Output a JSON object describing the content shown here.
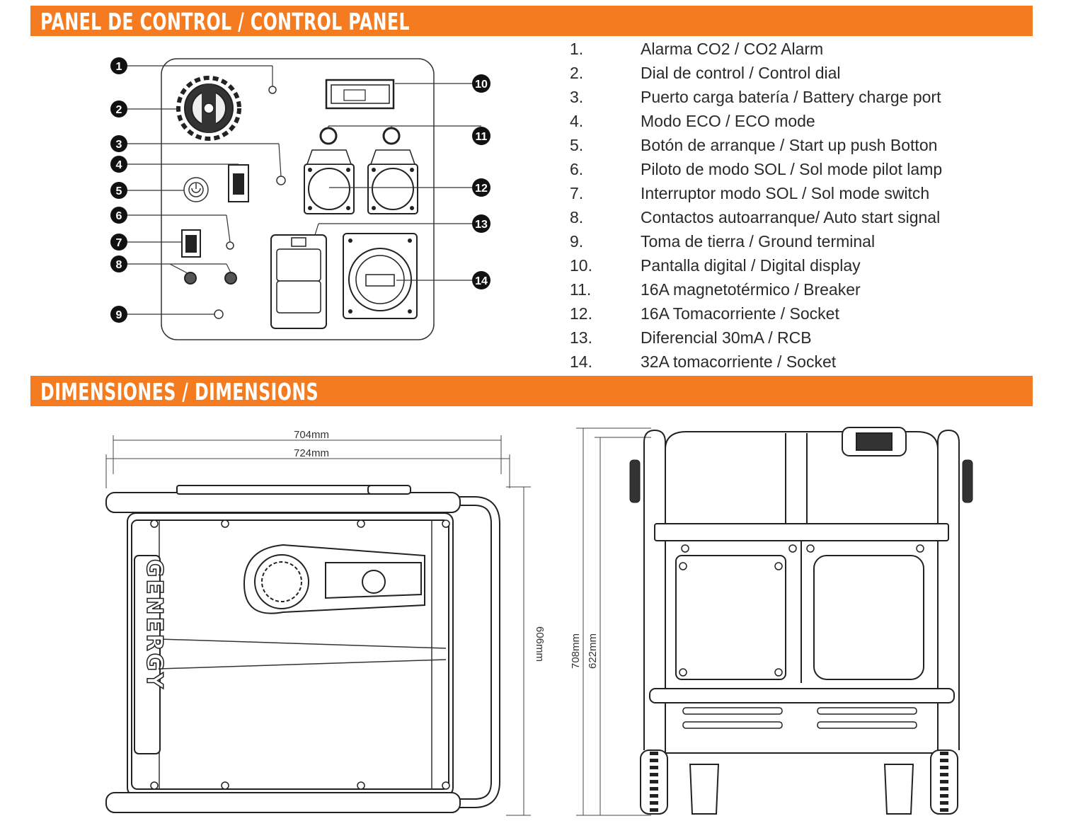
{
  "sections": {
    "panel_title": "PANEL DE CONTROL / CONTROL PANEL",
    "dimensions_title": "DIMENSIONES / DIMENSIONS"
  },
  "legend": [
    {
      "num": "1.",
      "text": "Alarma CO2 / CO2 Alarm"
    },
    {
      "num": "2.",
      "text": "Dial de control / Control dial"
    },
    {
      "num": "3.",
      "text": "Puerto carga batería / Battery charge port"
    },
    {
      "num": "4.",
      "text": "Modo ECO / ECO mode"
    },
    {
      "num": "5.",
      "text": "Botón de arranque / Start up push Botton"
    },
    {
      "num": "6.",
      "text": "Piloto de modo SOL / Sol mode pilot lamp"
    },
    {
      "num": "7.",
      "text": "Interruptor modo SOL / Sol mode switch"
    },
    {
      "num": "8.",
      "text": "Contactos autoarranque/ Auto start signal"
    },
    {
      "num": "9.",
      "text": "Toma de tierra / Ground terminal"
    },
    {
      "num": "10.",
      "text": "Pantalla digital / Digital display"
    },
    {
      "num": "11.",
      "text": "16A magnetotérmico / Breaker"
    },
    {
      "num": "12.",
      "text": "16A Tomacorriente / Socket"
    },
    {
      "num": "13.",
      "text": "Diferencial 30mA / RCB"
    },
    {
      "num": "14.",
      "text": "32A tomacorriente / Socket"
    }
  ],
  "callouts": [
    "1",
    "2",
    "3",
    "4",
    "5",
    "6",
    "7",
    "8",
    "9",
    "10",
    "11",
    "12",
    "13",
    "14"
  ],
  "dimensions": {
    "top_width_inner": "704mm",
    "top_width_outer": "724mm",
    "top_depth": "606mm",
    "front_height_inner": "622mm",
    "front_height_outer": "708mm"
  },
  "brand_logo": "GENERGY",
  "colors": {
    "accent": "#f47b20",
    "line": "#222222",
    "banner_text": "#ffffff"
  }
}
